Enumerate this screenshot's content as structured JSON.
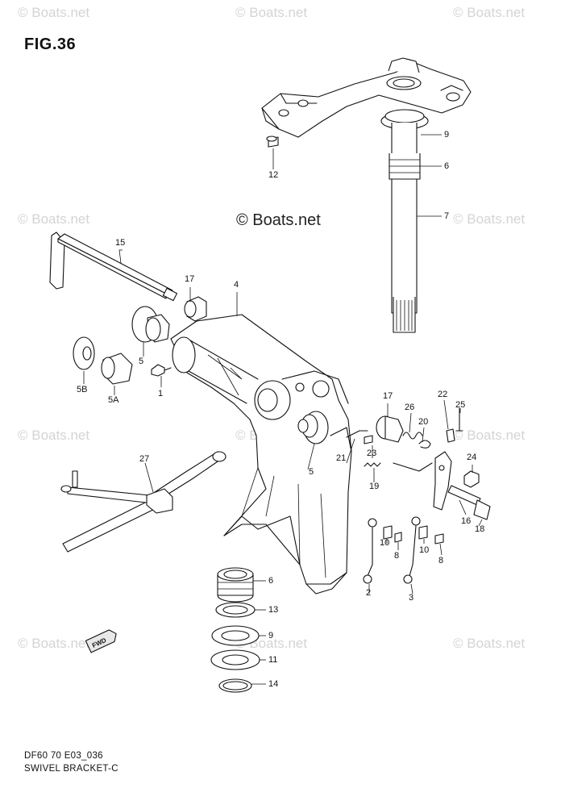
{
  "figure": {
    "title": "FIG.36",
    "code": "DF60 70 E03_036",
    "caption": "SWIVEL BRACKET-C"
  },
  "watermark": {
    "text": "© Boats.net",
    "center_text": "© Boats.net"
  },
  "callouts": [
    {
      "id": "9",
      "label": "9"
    },
    {
      "id": "6",
      "label": "6"
    },
    {
      "id": "12",
      "label": "12"
    },
    {
      "id": "7",
      "label": "7"
    },
    {
      "id": "15",
      "label": "15"
    },
    {
      "id": "17",
      "label": "17"
    },
    {
      "id": "4",
      "label": "4"
    },
    {
      "id": "5",
      "label": "5"
    },
    {
      "id": "5B",
      "label": "5B"
    },
    {
      "id": "5A",
      "label": "5A"
    },
    {
      "id": "1",
      "label": "1"
    },
    {
      "id": "17b",
      "label": "17"
    },
    {
      "id": "26",
      "label": "26"
    },
    {
      "id": "22",
      "label": "22"
    },
    {
      "id": "25",
      "label": "25"
    },
    {
      "id": "20",
      "label": "20"
    },
    {
      "id": "23",
      "label": "23"
    },
    {
      "id": "21",
      "label": "21"
    },
    {
      "id": "19",
      "label": "19"
    },
    {
      "id": "24",
      "label": "24"
    },
    {
      "id": "27",
      "label": "27"
    },
    {
      "id": "5c",
      "label": "5"
    },
    {
      "id": "16",
      "label": "16"
    },
    {
      "id": "18",
      "label": "18"
    },
    {
      "id": "10",
      "label": "10"
    },
    {
      "id": "10b",
      "label": "10"
    },
    {
      "id": "8",
      "label": "8"
    },
    {
      "id": "8b",
      "label": "8"
    },
    {
      "id": "2",
      "label": "2"
    },
    {
      "id": "3",
      "label": "3"
    },
    {
      "id": "6b",
      "label": "6"
    },
    {
      "id": "13",
      "label": "13"
    },
    {
      "id": "9b",
      "label": "9"
    },
    {
      "id": "11",
      "label": "11"
    },
    {
      "id": "14",
      "label": "14"
    }
  ],
  "fwd_badge": "FWD"
}
